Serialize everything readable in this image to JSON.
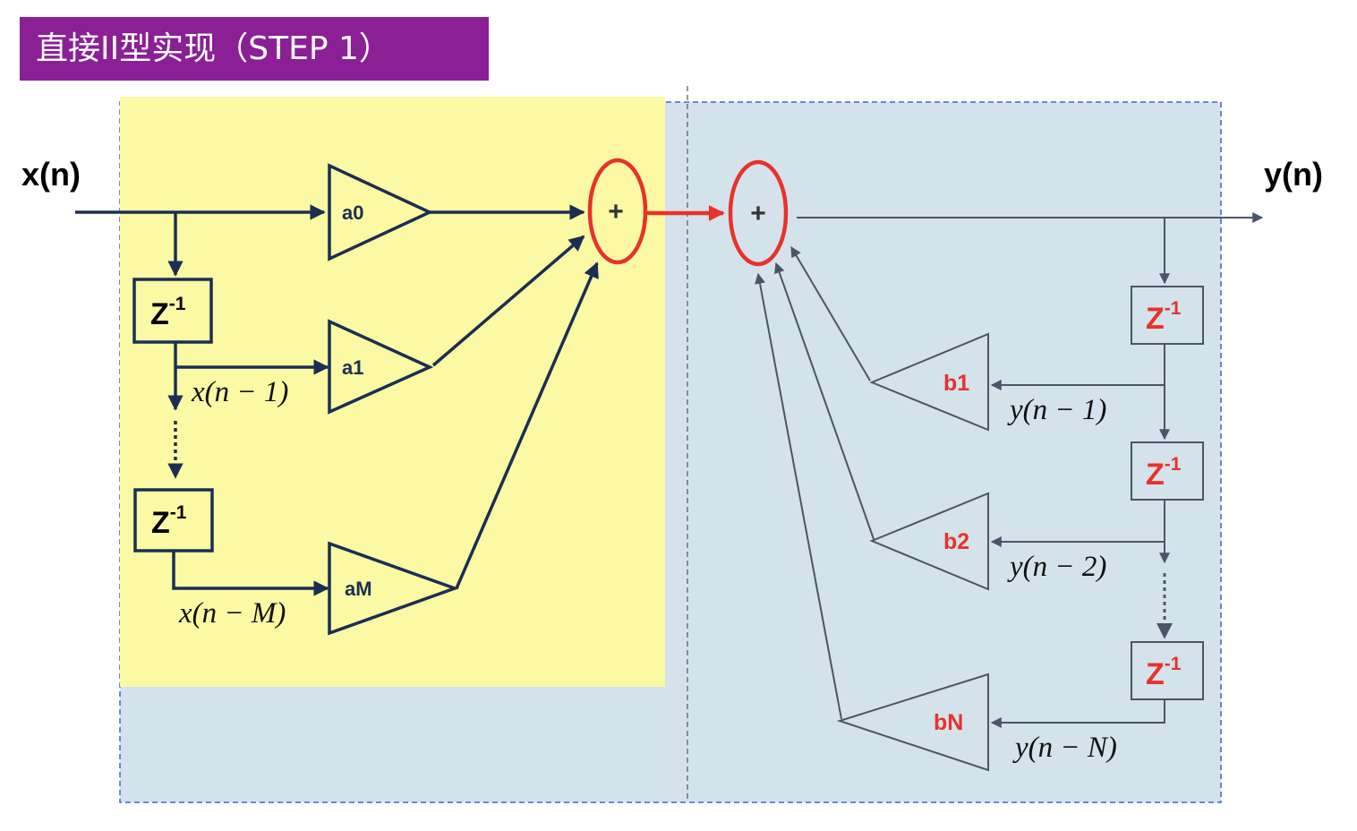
{
  "title": "直接II型实现（STEP 1）",
  "input_label": "x(n)",
  "output_label": "y(n)",
  "adder_symbol": "+",
  "delay": {
    "base": "Z",
    "exp": "-1"
  },
  "forward_coeffs": [
    "a0",
    "a1",
    "aM"
  ],
  "forward_signals": [
    "x(n − 1)",
    "x(n − M)"
  ],
  "feedback_coeffs": [
    "b1",
    "b2",
    "bN"
  ],
  "feedback_signals": [
    "y(n − 1)",
    "y(n − 2)",
    "y(n − N)"
  ],
  "colors": {
    "title_bg": "#8b1f96",
    "forward_region": "#fbf9a3",
    "feedback_region": "#d4e2eb",
    "forward_stroke": "#1b2e52",
    "feedback_stroke": "#4b5568",
    "highlight_red": "#e8322a",
    "region_border": "#3d63d8"
  }
}
